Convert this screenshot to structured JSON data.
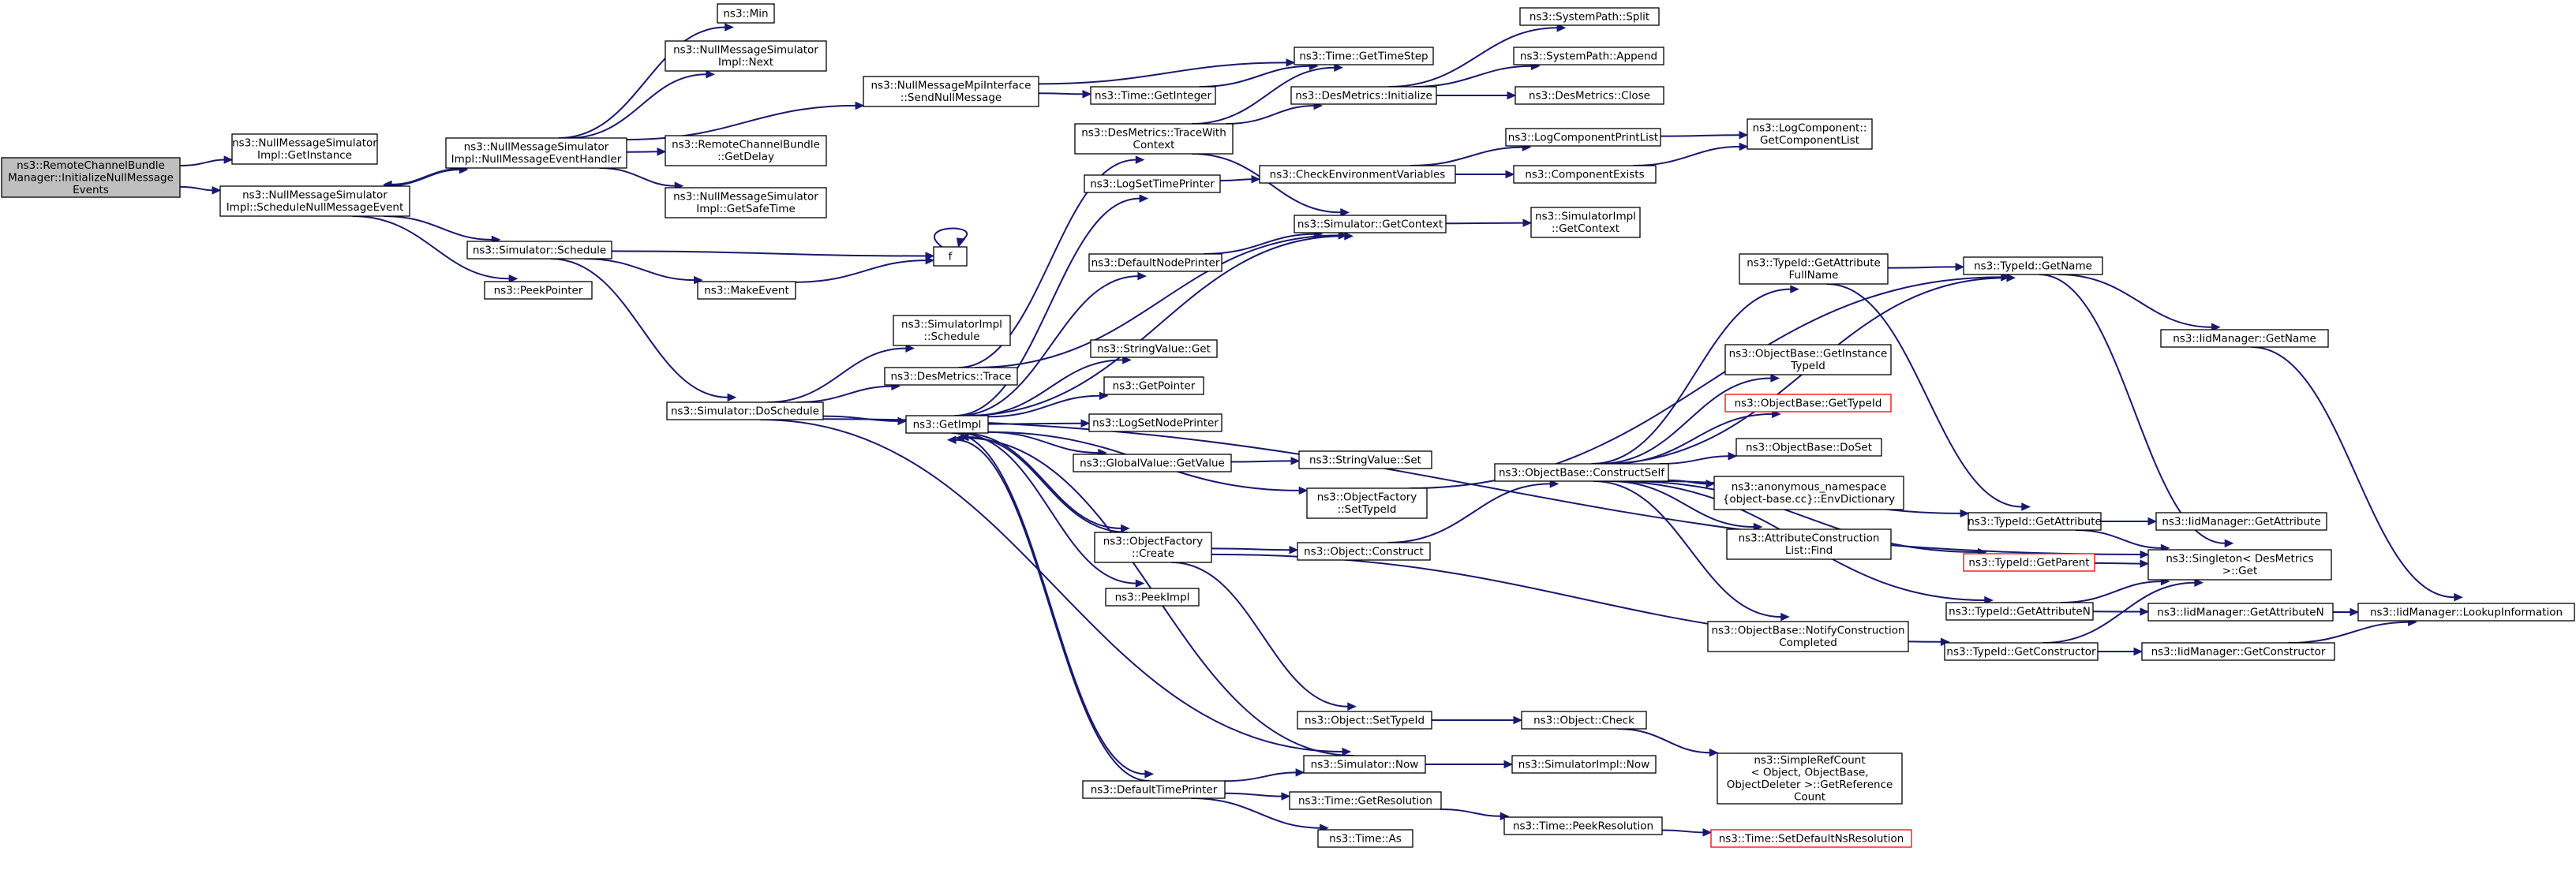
{
  "diagram": {
    "type": "call-graph",
    "root": "n_root",
    "colors": {
      "edge": "#191970",
      "node_border": "#000000",
      "root_fill": "#bfbfbf",
      "truncated_border": "#ff0000",
      "background": "#ffffff"
    },
    "nodes": [
      {
        "id": "n_root",
        "lines": [
          "ns3::RemoteChannelBundle",
          "Manager::InitializeNullMessage",
          "Events"
        ],
        "root": true
      },
      {
        "id": "n_getinst",
        "lines": [
          "ns3::NullMessageSimulator",
          "Impl::GetInstance"
        ]
      },
      {
        "id": "n_sched_null",
        "lines": [
          "ns3::NullMessageSimulator",
          "Impl::ScheduleNullMessageEvent"
        ]
      },
      {
        "id": "n_handler",
        "lines": [
          "ns3::NullMessageSimulator",
          "Impl::NullMessageEventHandler"
        ]
      },
      {
        "id": "n_min",
        "lines": [
          "ns3::Min"
        ]
      },
      {
        "id": "n_next",
        "lines": [
          "ns3::NullMessageSimulator",
          "Impl::Next"
        ]
      },
      {
        "id": "n_getdelay",
        "lines": [
          "ns3::RemoteChannelBundle",
          "::GetDelay"
        ]
      },
      {
        "id": "n_getsafetime",
        "lines": [
          "ns3::NullMessageSimulator",
          "Impl::GetSafeTime"
        ]
      },
      {
        "id": "n_sendnull",
        "lines": [
          "ns3::NullMessageMpiInterface",
          "::SendNullMessage"
        ]
      },
      {
        "id": "n_sim_sched",
        "lines": [
          "ns3::Simulator::Schedule"
        ]
      },
      {
        "id": "n_peekptr",
        "lines": [
          "ns3::PeekPointer"
        ]
      },
      {
        "id": "n_f",
        "lines": [
          "f"
        ]
      },
      {
        "id": "n_makeevent",
        "lines": [
          "ns3::MakeEvent"
        ]
      },
      {
        "id": "n_simimpl_sched",
        "lines": [
          "ns3::SimulatorImpl",
          "::Schedule"
        ]
      },
      {
        "id": "n_destrace",
        "lines": [
          "ns3::DesMetrics::Trace"
        ]
      },
      {
        "id": "n_dosched",
        "lines": [
          "ns3::Simulator::DoSchedule"
        ]
      },
      {
        "id": "n_getimpl",
        "lines": [
          "ns3::GetImpl"
        ]
      },
      {
        "id": "n_time_getint",
        "lines": [
          "ns3::Time::GetInteger"
        ]
      },
      {
        "id": "n_time_gettimestep",
        "lines": [
          "ns3::Time::GetTimeStep"
        ]
      },
      {
        "id": "n_tracewithctx",
        "lines": [
          "ns3::DesMetrics::TraceWith",
          "Context"
        ]
      },
      {
        "id": "n_logsettimeprinter",
        "lines": [
          "ns3::LogSetTimePrinter"
        ]
      },
      {
        "id": "n_defaultnodeprinter",
        "lines": [
          "ns3::DefaultNodePrinter"
        ]
      },
      {
        "id": "n_stringvalue_get",
        "lines": [
          "ns3::StringValue::Get"
        ]
      },
      {
        "id": "n_getpointer",
        "lines": [
          "ns3::GetPointer"
        ]
      },
      {
        "id": "n_logsetnodeprinter",
        "lines": [
          "ns3::LogSetNodePrinter"
        ]
      },
      {
        "id": "n_globalvalue_getvalue",
        "lines": [
          "ns3::GlobalValue::GetValue"
        ]
      },
      {
        "id": "n_objfactory_create",
        "lines": [
          "ns3::ObjectFactory",
          "::Create"
        ]
      },
      {
        "id": "n_peekimpl",
        "lines": [
          "ns3::PeekImpl"
        ]
      },
      {
        "id": "n_defaulttimeprinter",
        "lines": [
          "ns3::DefaultTimePrinter"
        ]
      },
      {
        "id": "n_des_init",
        "lines": [
          "ns3::DesMetrics::Initialize"
        ]
      },
      {
        "id": "n_checkenv",
        "lines": [
          "ns3::CheckEnvironmentVariables"
        ]
      },
      {
        "id": "n_sim_getctx",
        "lines": [
          "ns3::Simulator::GetContext"
        ]
      },
      {
        "id": "n_stringvalue_set",
        "lines": [
          "ns3::StringValue::Set"
        ]
      },
      {
        "id": "n_objfactory_settypeid",
        "lines": [
          "ns3::ObjectFactory",
          "::SetTypeId"
        ]
      },
      {
        "id": "n_object_construct",
        "lines": [
          "ns3::Object::Construct"
        ]
      },
      {
        "id": "n_object_settypeid",
        "lines": [
          "ns3::Object::SetTypeId"
        ]
      },
      {
        "id": "n_sim_now",
        "lines": [
          "ns3::Simulator::Now"
        ]
      },
      {
        "id": "n_time_getres",
        "lines": [
          "ns3::Time::GetResolution"
        ]
      },
      {
        "id": "n_time_as",
        "lines": [
          "ns3::Time::As"
        ]
      },
      {
        "id": "n_syspath_split",
        "lines": [
          "ns3::SystemPath::Split"
        ]
      },
      {
        "id": "n_syspath_append",
        "lines": [
          "ns3::SystemPath::Append"
        ]
      },
      {
        "id": "n_des_close",
        "lines": [
          "ns3::DesMetrics::Close"
        ]
      },
      {
        "id": "n_logcompprintlist",
        "lines": [
          "ns3::LogComponentPrintList"
        ]
      },
      {
        "id": "n_compexists",
        "lines": [
          "ns3::ComponentExists"
        ]
      },
      {
        "id": "n_simimpl_getctx",
        "lines": [
          "ns3::SimulatorImpl",
          "::GetContext"
        ]
      },
      {
        "id": "n_typeid_getattrfullname",
        "lines": [
          "ns3::TypeId::GetAttribute",
          "FullName"
        ]
      },
      {
        "id": "n_objbase_constructself",
        "lines": [
          "ns3::ObjectBase::ConstructSelf"
        ]
      },
      {
        "id": "n_object_check",
        "lines": [
          "ns3::Object::Check"
        ]
      },
      {
        "id": "n_simimpl_now",
        "lines": [
          "ns3::SimulatorImpl::Now"
        ]
      },
      {
        "id": "n_time_peekres",
        "lines": [
          "ns3::Time::PeekResolution"
        ]
      },
      {
        "id": "n_logcomp_getlist",
        "lines": [
          "ns3::LogComponent::",
          "GetComponentList"
        ]
      },
      {
        "id": "n_objbase_getinsttypeid",
        "lines": [
          "ns3::ObjectBase::GetInstance",
          "TypeId"
        ]
      },
      {
        "id": "n_objbase_gettypeid",
        "lines": [
          "ns3::ObjectBase::GetTypeId"
        ],
        "truncated": true
      },
      {
        "id": "n_objbase_doset",
        "lines": [
          "ns3::ObjectBase::DoSet"
        ]
      },
      {
        "id": "n_anon_envdict",
        "lines": [
          "ns3::anonymous_namespace",
          "{object-base.cc}::EnvDictionary"
        ]
      },
      {
        "id": "n_attrconstr_find",
        "lines": [
          "ns3::AttributeConstruction",
          "List::Find"
        ]
      },
      {
        "id": "n_objbase_notify",
        "lines": [
          "ns3::ObjectBase::NotifyConstruction",
          "Completed"
        ]
      },
      {
        "id": "n_simplerefcount",
        "lines": [
          "ns3::SimpleRefCount",
          "< Object, ObjectBase,",
          "ObjectDeleter >::GetReference",
          "Count"
        ]
      },
      {
        "id": "n_time_setdefaultns",
        "lines": [
          "ns3::Time::SetDefaultNsResolution"
        ],
        "truncated": true
      },
      {
        "id": "n_typeid_getname",
        "lines": [
          "ns3::TypeId::GetName"
        ]
      },
      {
        "id": "n_typeid_getattr",
        "lines": [
          "ns3::TypeId::GetAttribute"
        ]
      },
      {
        "id": "n_typeid_getparent",
        "lines": [
          "ns3::TypeId::GetParent"
        ],
        "truncated": true
      },
      {
        "id": "n_typeid_getattrn",
        "lines": [
          "ns3::TypeId::GetAttributeN"
        ]
      },
      {
        "id": "n_typeid_getconstructor",
        "lines": [
          "ns3::TypeId::GetConstructor"
        ]
      },
      {
        "id": "n_iid_getname",
        "lines": [
          "ns3::IidManager::GetName"
        ]
      },
      {
        "id": "n_iid_getattr",
        "lines": [
          "ns3::IidManager::GetAttribute"
        ]
      },
      {
        "id": "n_singleton_get",
        "lines": [
          "ns3::Singleton< DesMetrics",
          " >::Get"
        ]
      },
      {
        "id": "n_iid_getattrn",
        "lines": [
          "ns3::IidManager::GetAttributeN"
        ]
      },
      {
        "id": "n_iid_getconstructor",
        "lines": [
          "ns3::IidManager::GetConstructor"
        ]
      },
      {
        "id": "n_iid_lookup",
        "lines": [
          "ns3::IidManager::LookupInformation"
        ]
      }
    ],
    "edges": [
      [
        "n_root",
        "n_getinst"
      ],
      [
        "n_root",
        "n_sched_null"
      ],
      [
        "n_sched_null",
        "n_handler"
      ],
      [
        "n_sched_null",
        "n_sim_sched"
      ],
      [
        "n_sched_null",
        "n_peekptr"
      ],
      [
        "n_handler",
        "n_min"
      ],
      [
        "n_handler",
        "n_next"
      ],
      [
        "n_handler",
        "n_getdelay"
      ],
      [
        "n_handler",
        "n_getsafetime"
      ],
      [
        "n_handler",
        "n_sendnull"
      ],
      [
        "n_handler",
        "n_sched_null"
      ],
      [
        "n_sendnull",
        "n_time_getint"
      ],
      [
        "n_sendnull",
        "n_time_gettimestep"
      ],
      [
        "n_time_getint",
        "n_time_gettimestep"
      ],
      [
        "n_sim_sched",
        "n_f"
      ],
      [
        "n_sim_sched",
        "n_makeevent"
      ],
      [
        "n_sim_sched",
        "n_dosched"
      ],
      [
        "n_makeevent",
        "n_f"
      ],
      [
        "n_f",
        "n_f"
      ],
      [
        "n_dosched",
        "n_simimpl_sched"
      ],
      [
        "n_dosched",
        "n_destrace"
      ],
      [
        "n_dosched",
        "n_getimpl"
      ],
      [
        "n_dosched",
        "n_sim_now"
      ],
      [
        "n_dosched",
        "n_singleton_get"
      ],
      [
        "n_destrace",
        "n_tracewithctx"
      ],
      [
        "n_destrace",
        "n_sim_getctx"
      ],
      [
        "n_tracewithctx",
        "n_time_gettimestep"
      ],
      [
        "n_tracewithctx",
        "n_des_init"
      ],
      [
        "n_tracewithctx",
        "n_sim_getctx"
      ],
      [
        "n_getimpl",
        "n_logsettimeprinter"
      ],
      [
        "n_getimpl",
        "n_defaultnodeprinter"
      ],
      [
        "n_getimpl",
        "n_sim_getctx"
      ],
      [
        "n_getimpl",
        "n_stringvalue_get"
      ],
      [
        "n_getimpl",
        "n_getpointer"
      ],
      [
        "n_getimpl",
        "n_logsetnodeprinter"
      ],
      [
        "n_getimpl",
        "n_globalvalue_getvalue"
      ],
      [
        "n_getimpl",
        "n_objfactory_settypeid"
      ],
      [
        "n_getimpl",
        "n_objfactory_create"
      ],
      [
        "n_getimpl",
        "n_peekimpl"
      ],
      [
        "n_getimpl",
        "n_defaulttimeprinter"
      ],
      [
        "n_logsettimeprinter",
        "n_checkenv"
      ],
      [
        "n_defaultnodeprinter",
        "n_sim_getctx"
      ],
      [
        "n_globalvalue_getvalue",
        "n_stringvalue_set"
      ],
      [
        "n_objfactory_create",
        "n_object_construct"
      ],
      [
        "n_objfactory_create",
        "n_object_settypeid"
      ],
      [
        "n_objfactory_create",
        "n_typeid_getconstructor"
      ],
      [
        "n_objfactory_create",
        "n_getimpl"
      ],
      [
        "n_defaulttimeprinter",
        "n_sim_now"
      ],
      [
        "n_defaulttimeprinter",
        "n_time_getres"
      ],
      [
        "n_defaulttimeprinter",
        "n_time_as"
      ],
      [
        "n_defaulttimeprinter",
        "n_getimpl"
      ],
      [
        "n_sim_now",
        "n_getimpl"
      ],
      [
        "n_des_init",
        "n_syspath_split"
      ],
      [
        "n_des_init",
        "n_syspath_append"
      ],
      [
        "n_des_init",
        "n_des_close"
      ],
      [
        "n_checkenv",
        "n_logcompprintlist"
      ],
      [
        "n_checkenv",
        "n_compexists"
      ],
      [
        "n_logcompprintlist",
        "n_logcomp_getlist"
      ],
      [
        "n_compexists",
        "n_logcomp_getlist"
      ],
      [
        "n_sim_getctx",
        "n_simimpl_getctx"
      ],
      [
        "n_objfactory_settypeid",
        "n_typeid_getname"
      ],
      [
        "n_object_construct",
        "n_objbase_constructself"
      ],
      [
        "n_object_settypeid",
        "n_object_check"
      ],
      [
        "n_object_check",
        "n_simplerefcount"
      ],
      [
        "n_sim_now",
        "n_simimpl_now"
      ],
      [
        "n_time_getres",
        "n_time_peekres"
      ],
      [
        "n_time_peekres",
        "n_time_setdefaultns"
      ],
      [
        "n_objbase_constructself",
        "n_typeid_getattrfullname"
      ],
      [
        "n_objbase_constructself",
        "n_typeid_getname"
      ],
      [
        "n_objbase_constructself",
        "n_objbase_getinsttypeid"
      ],
      [
        "n_objbase_constructself",
        "n_objbase_gettypeid"
      ],
      [
        "n_objbase_constructself",
        "n_objbase_doset"
      ],
      [
        "n_objbase_constructself",
        "n_anon_envdict"
      ],
      [
        "n_objbase_constructself",
        "n_attrconstr_find"
      ],
      [
        "n_objbase_constructself",
        "n_objbase_notify"
      ],
      [
        "n_objbase_constructself",
        "n_typeid_getattr"
      ],
      [
        "n_objbase_constructself",
        "n_typeid_getparent"
      ],
      [
        "n_objbase_constructself",
        "n_typeid_getattrn"
      ],
      [
        "n_typeid_getattrfullname",
        "n_typeid_getname"
      ],
      [
        "n_typeid_getattrfullname",
        "n_typeid_getattr"
      ],
      [
        "n_typeid_getname",
        "n_iid_getname"
      ],
      [
        "n_typeid_getname",
        "n_singleton_get"
      ],
      [
        "n_typeid_getattr",
        "n_iid_getattr"
      ],
      [
        "n_typeid_getattr",
        "n_singleton_get"
      ],
      [
        "n_typeid_getparent",
        "n_singleton_get"
      ],
      [
        "n_typeid_getattrn",
        "n_iid_getattrn"
      ],
      [
        "n_typeid_getattrn",
        "n_singleton_get"
      ],
      [
        "n_typeid_getconstructor",
        "n_iid_getconstructor"
      ],
      [
        "n_typeid_getconstructor",
        "n_singleton_get"
      ],
      [
        "n_iid_getname",
        "n_iid_lookup"
      ],
      [
        "n_iid_getattrn",
        "n_iid_lookup"
      ],
      [
        "n_iid_getconstructor",
        "n_iid_lookup"
      ]
    ]
  }
}
